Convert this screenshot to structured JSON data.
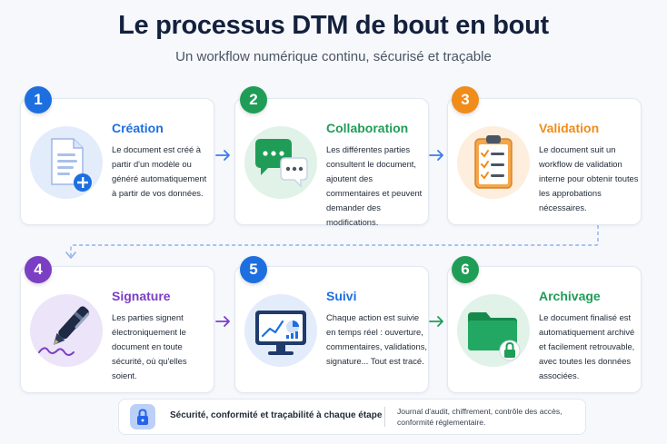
{
  "header": {
    "title": "Le processus DTM de bout en bout",
    "subtitle": "Un workflow numérique continu, sécurisé et traçable"
  },
  "steps": [
    {
      "number": "1",
      "title": "Création",
      "color": "#1d6fe0",
      "description": "Le document est créé à partir d'un modèle ou généré automatiquement à partir de vos données."
    },
    {
      "number": "2",
      "title": "Collaboration",
      "color": "#1f9d57",
      "description": "Les différentes parties consultent le document, ajoutent des commentaires et peuvent demander des modifications."
    },
    {
      "number": "3",
      "title": "Validation",
      "color": "#f08c1a",
      "description": "Le document suit un workflow de validation interne pour obtenir toutes les approbations nécessaires."
    },
    {
      "number": "4",
      "title": "Signature",
      "color": "#7b3fc4",
      "description": "Les parties signent électroniquement le document en toute sécurité, où qu'elles soient."
    },
    {
      "number": "5",
      "title": "Suivi",
      "color": "#1d6fe0",
      "description": "Chaque action est suivie en temps réel : ouverture, commentaires, validations, signature... Tout est tracé."
    },
    {
      "number": "6",
      "title": "Archivage",
      "color": "#1f9d57",
      "description": "Le document finalisé est automatiquement archivé et facilement retrouvable, avec toutes les données associées."
    }
  ],
  "icons": [
    "document-plus-icon",
    "chat-bubbles-icon",
    "clipboard-checklist-icon",
    "pen-signature-icon",
    "monitor-chart-icon",
    "folder-lock-icon",
    "lock-icon"
  ],
  "footer": {
    "main": "Sécurité, conformité et traçabilité à chaque étape",
    "detail": "Journal d'audit, chiffrement, contrôle des accès, conformité réglementaire."
  }
}
